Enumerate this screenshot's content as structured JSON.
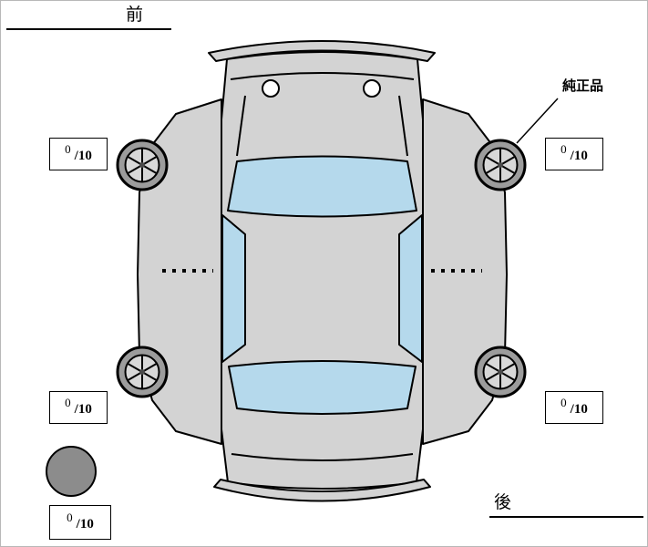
{
  "labels": {
    "front": "前",
    "rear": "後",
    "genuine_part": "純正品"
  },
  "tread_depth": {
    "front_left": {
      "num": "0",
      "den": "/10"
    },
    "front_right": {
      "num": "0",
      "den": "/10"
    },
    "rear_left": {
      "num": "0",
      "den": "/10"
    },
    "rear_right": {
      "num": "0",
      "den": "/10"
    },
    "spare": {
      "num": "0",
      "den": "/10"
    }
  },
  "colors": {
    "body": "#d3d3d3",
    "glass": "#b5d9ec",
    "wheel_ring": "#9c9c9c",
    "wheel_hub": "#d8d8d8",
    "spare": "#8c8c8c",
    "outline": "#000000"
  }
}
